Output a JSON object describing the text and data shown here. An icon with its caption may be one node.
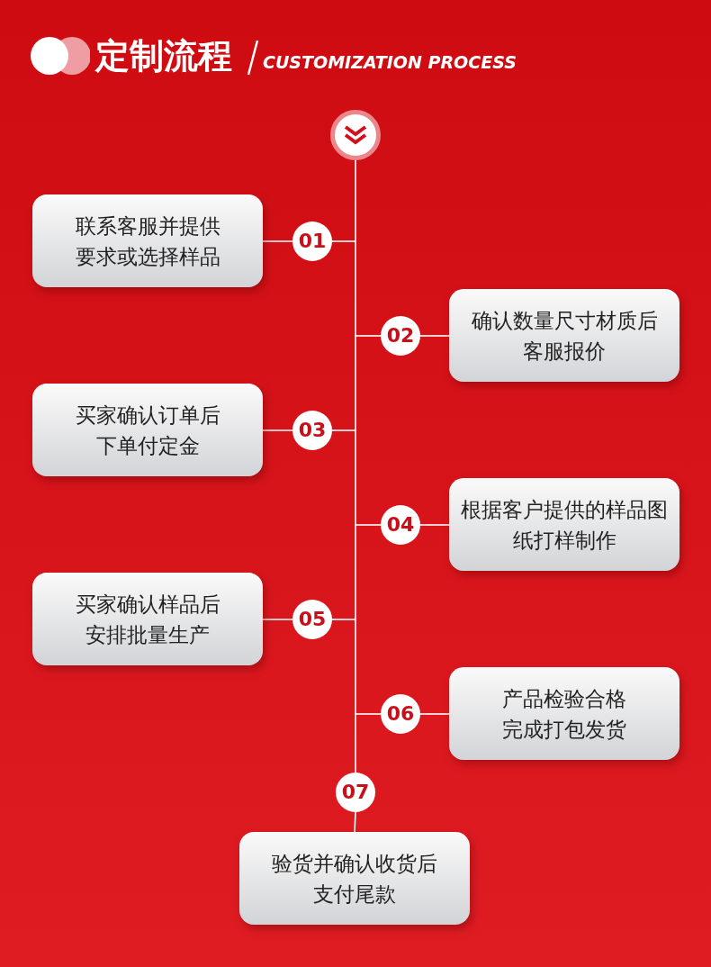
{
  "diagram": {
    "title": "定制流程",
    "nodes": [
      {
        "text": [],
        "shape": "circle"
      },
      {
        "text": [
          "联系客服并提供要求或选择样品"
        ]
      },
      {
        "text": [
          "01"
        ]
      },
      {
        "text": [
          "02"
        ]
      },
      {
        "text": [
          "确认数量尺寸材质后客服报价"
        ]
      },
      {
        "text": [
          "买家确认订单后下单付定金"
        ]
      },
      {
        "text": [
          "03"
        ]
      },
      {
        "text": [
          "04"
        ]
      },
      {
        "text": [
          "根据客户提供的样品图纸打样制作"
        ]
      },
      {
        "text": [
          "买家确认样品后安排批量生产"
        ]
      },
      {
        "text": [
          "05"
        ]
      },
      {
        "text": [
          "06"
        ]
      },
      {
        "text": [
          "产品检验合格完成打包发货"
        ]
      },
      {
        "text": [
          "07"
        ]
      },
      {
        "text": [
          "验货并确认收货后支付尾款"
        ]
      }
    ],
    "edges": [
      {
        "from": 0,
        "to": 13,
        "arrow": "none"
      },
      {
        "from": 1,
        "to": 2,
        "arrow": "none"
      },
      {
        "from": 2,
        "to": null,
        "arrow": "none"
      },
      {
        "from": 3,
        "to": null,
        "arrow": "none"
      },
      {
        "from": 3,
        "to": 4,
        "arrow": "none"
      },
      {
        "from": 5,
        "to": 6,
        "arrow": "none"
      },
      {
        "from": 6,
        "to": null,
        "arrow": "none"
      },
      {
        "from": 7,
        "to": null,
        "arrow": "none"
      },
      {
        "from": 7,
        "to": 8,
        "arrow": "none"
      },
      {
        "from": 9,
        "to": 10,
        "arrow": "none"
      },
      {
        "from": 10,
        "to": null,
        "arrow": "none"
      },
      {
        "from": 11,
        "to": null,
        "arrow": "none"
      },
      {
        "from": 11,
        "to": 12,
        "arrow": "none"
      },
      {
        "from": 13,
        "to": 14,
        "arrow": "none"
      }
    ],
    "labels": [
      "CUSTOMIZATION PROCESS"
    ]
  }
}
